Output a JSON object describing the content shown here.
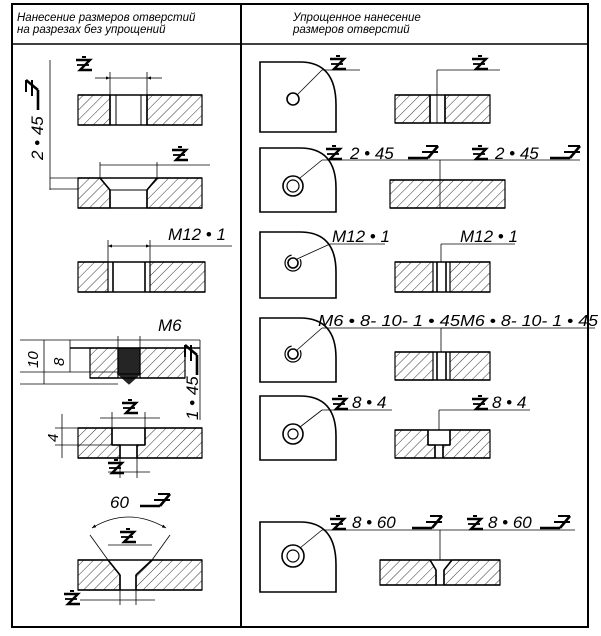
{
  "headers": {
    "left": [
      "Нанесение размеров отверстий",
      "на разрезах без упрощений"
    ],
    "right": [
      "Упрощенное нанесение",
      "размеров отверстий"
    ]
  },
  "left_column": {
    "row1": {
      "label": "2 • 45"
    },
    "row3": {
      "label": "М12 • 1"
    },
    "row4": {
      "label_thread": "М6",
      "dim_outer": "10",
      "dim_inner": "8",
      "label_chamfer": "1 • 45"
    },
    "row5": {
      "dim": "4"
    },
    "row6": {
      "label": "60"
    }
  },
  "right_column": {
    "row2": {
      "label_plan": "2 • 45",
      "label_section": "2 • 45"
    },
    "row3": {
      "label_plan": "М12 • 1",
      "label_section": "М12 • 1"
    },
    "row4": {
      "label_plan": "М6 • 8- 10- 1 • 45",
      "label_section": "М6 • 8- 10- 1 • 45"
    },
    "row5": {
      "label_plan": "8 • 4",
      "label_section": "8 • 4"
    },
    "row6": {
      "label_plan": "8 • 60",
      "label_section": "8 • 60"
    }
  },
  "colors": {
    "line": "#000000",
    "background": "#ffffff"
  }
}
